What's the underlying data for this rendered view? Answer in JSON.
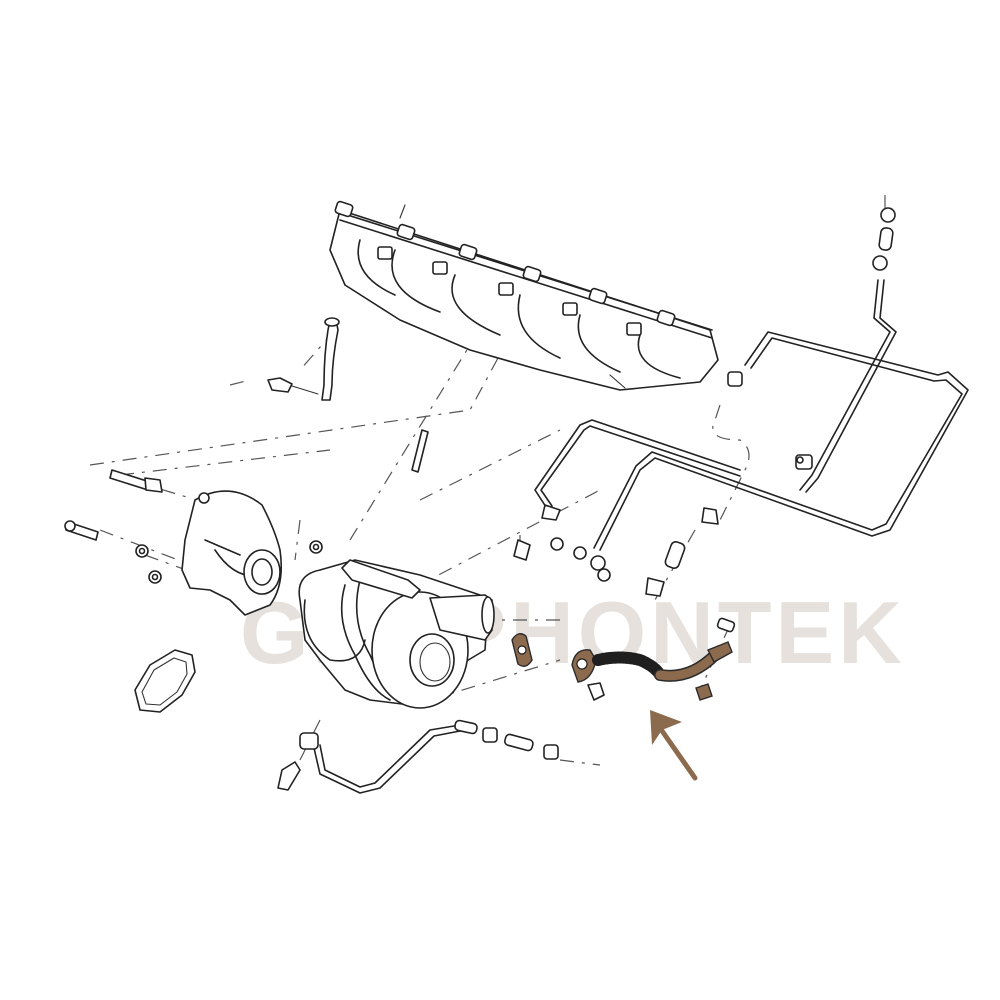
{
  "diagram": {
    "type": "exploded-parts-diagram",
    "subject": "turbocharger assembly with exhaust manifold and oil/coolant lines",
    "watermark": "GRAPHONTEK",
    "highlight_color": "#8b6a4e",
    "line_color": "#222222",
    "watermark_color": "#e6e1dc",
    "background": "#ffffff",
    "highlighted_part": "turbo oil return pipe",
    "callout": {
      "type": "arrow",
      "color": "#8b6a4e",
      "points_to": "turbo oil return pipe"
    },
    "components": [
      {
        "name": "exhaust-manifold",
        "highlighted": false
      },
      {
        "name": "turbocharger",
        "highlighted": false
      },
      {
        "name": "turbo-heat-shield",
        "highlighted": false
      },
      {
        "name": "outlet-gasket",
        "highlighted": false
      },
      {
        "name": "oil-feed-line",
        "highlighted": false
      },
      {
        "name": "coolant-lines",
        "highlighted": false
      },
      {
        "name": "oil-return-pipe",
        "highlighted": true
      },
      {
        "name": "lower-coolant-pipe",
        "highlighted": false
      },
      {
        "name": "bolts-and-nuts",
        "highlighted": false
      },
      {
        "name": "banjo-fittings",
        "highlighted": false
      }
    ]
  }
}
